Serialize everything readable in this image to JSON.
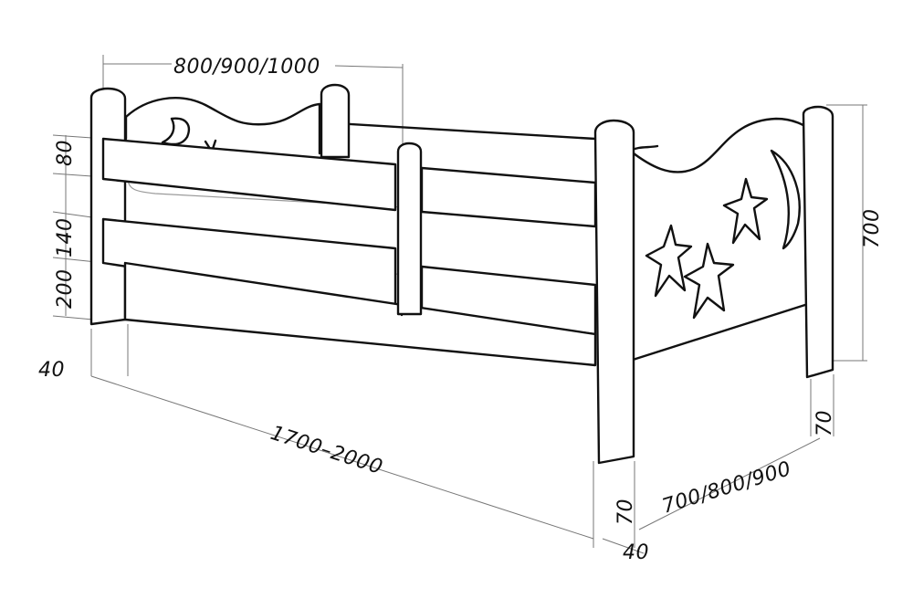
{
  "dimensions": {
    "headboard_width": "800/900/1000",
    "rail_top_height": "80",
    "rail_gap_height": "140",
    "base_height": "200",
    "leg_thickness_left": "40",
    "length": "1700–2000",
    "leg_front_height": "70",
    "width": "700/800/900",
    "leg_bottom_thickness": "40",
    "leg_back_height": "70",
    "total_height": "700"
  },
  "colors": {
    "ink": "#111111",
    "guide": "#777777",
    "paper": "#ffffff"
  }
}
